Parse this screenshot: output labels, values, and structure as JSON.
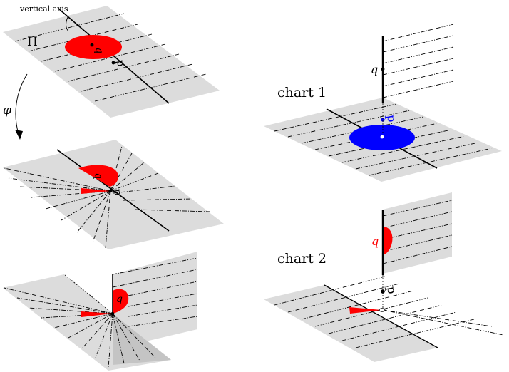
{
  "labels": {
    "vertical_axis": "vertical axis",
    "plane_H": "H",
    "phi": "φ",
    "chart1": "chart 1",
    "chart2": "chart 2",
    "q": "q",
    "p": "p"
  },
  "colors": {
    "plane": "#dcdcdc",
    "red_region": "#ff0000",
    "blue_region": "#0000ff",
    "lines": "#000000"
  }
}
